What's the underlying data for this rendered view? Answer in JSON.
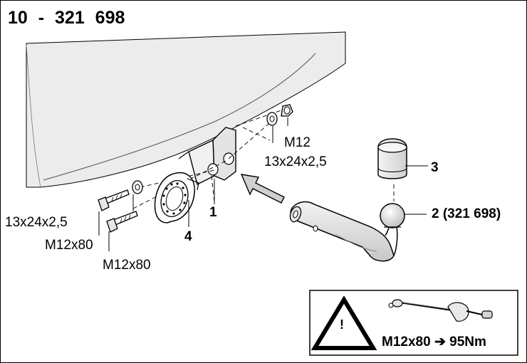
{
  "title": "10  -  321 698",
  "labels": {
    "washer_left": "13x24x2,5",
    "bolt_left_top": "M12x80",
    "bolt_left_bottom": "M12x80",
    "nut_right": "M12",
    "washer_right": "13x24x2,5",
    "part_1": "1",
    "part_2": "2 (321 698)",
    "part_3": "3",
    "part_4": "4"
  },
  "notice": {
    "warning_symbol": "!",
    "torque_text": "M12x80 ➔ 95Nm",
    "icons": [
      "warning-triangle-icon",
      "torque-wrench-icon"
    ]
  },
  "colors": {
    "ink": "#000000",
    "body_gray": "#ececec",
    "part_gray": "#d9d9d9",
    "background": "#ffffff"
  }
}
